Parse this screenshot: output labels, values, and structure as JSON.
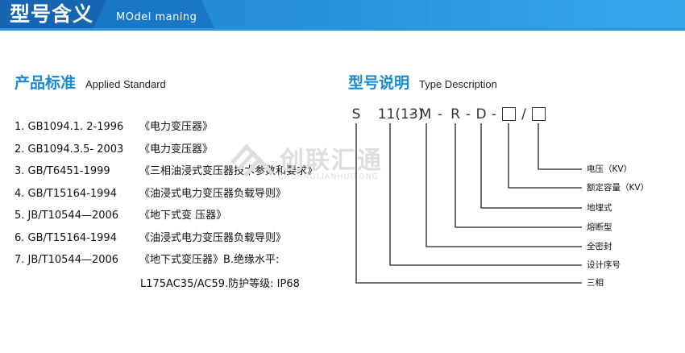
{
  "header": {
    "title": "型号含义",
    "subtitle": "MOdel maning",
    "colors": {
      "dark": "#1671be",
      "light": "#2fa3e6"
    }
  },
  "standards": {
    "title_zh": "产品标准",
    "title_en": "Applied Standard",
    "items": [
      {
        "code": "1. GB1094.1. 2-1996",
        "name": "《电力变压器》"
      },
      {
        "code": "2. GB1094.3.5- 2003",
        "name": "《电力变压器》"
      },
      {
        "code": "3. GB/T6451-1999",
        "name": "《三相油浸式变压器技术参数和要求》"
      },
      {
        "code": "4. GB/T15164-1994",
        "name": "《油浸式电力变压器负载导则》"
      },
      {
        "code": "5. JB/T10544—2006",
        "name": "《地下式变 压器》"
      },
      {
        "code": "6. GB/T15164-1994",
        "name": "《油浸式电力变压器负载导则》"
      },
      {
        "code": "7. JB/T10544—2006",
        "name": "《地下式变压器》B.绝缘水平:"
      }
    ],
    "extra_line": "L175AC35/AC59.防护等级: IP68"
  },
  "watermark": {
    "text": "创联汇通",
    "sub": "CHUANGLIANHUITONG"
  },
  "type_description": {
    "title_zh": "型号说明",
    "title_en": "Type Description",
    "code_segments": [
      "S",
      "11(13)",
      "-",
      "M",
      "-",
      "R",
      "-",
      "D",
      "-",
      "/"
    ],
    "labels": [
      "电压（KV）",
      "额定容量（KV）",
      "地埋式",
      "熔断型",
      "全密封",
      "设计序号",
      "三相"
    ]
  },
  "colors": {
    "accent": "#1a8ad4",
    "text": "#111111",
    "watermark": "#dedede"
  }
}
